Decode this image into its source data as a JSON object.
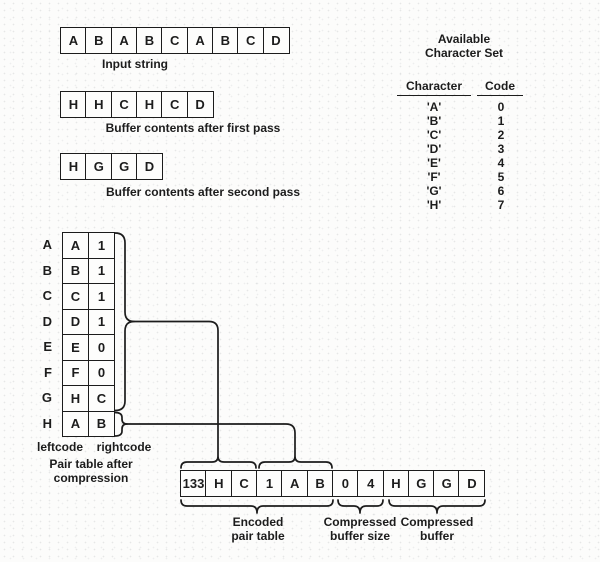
{
  "colors": {
    "ink": "#1c1c1c",
    "paper": "#fcfcfb",
    "dots": "#dcdcda"
  },
  "diagram": {
    "input_string": {
      "cells": [
        "A",
        "B",
        "A",
        "B",
        "C",
        "A",
        "B",
        "C",
        "D"
      ],
      "caption": "Input string"
    },
    "buffer_first_pass": {
      "cells": [
        "H",
        "H",
        "C",
        "H",
        "C",
        "D"
      ],
      "caption": "Buffer contents after first pass"
    },
    "buffer_second_pass": {
      "cells": [
        "H",
        "G",
        "G",
        "D"
      ],
      "caption": "Buffer contents after second pass"
    },
    "character_set": {
      "title_line1": "Available",
      "title_line2": "Character Set",
      "col_char": "Character",
      "col_code": "Code",
      "rows": [
        {
          "char": "'A'",
          "code": "0"
        },
        {
          "char": "'B'",
          "code": "1"
        },
        {
          "char": "'C'",
          "code": "2"
        },
        {
          "char": "'D'",
          "code": "3"
        },
        {
          "char": "'E'",
          "code": "4"
        },
        {
          "char": "'F'",
          "code": "5"
        },
        {
          "char": "'G'",
          "code": "6"
        },
        {
          "char": "'H'",
          "code": "7"
        }
      ]
    },
    "pair_table": {
      "rows": [
        {
          "label": "A",
          "left": "A",
          "right": "1"
        },
        {
          "label": "B",
          "left": "B",
          "right": "1"
        },
        {
          "label": "C",
          "left": "C",
          "right": "1"
        },
        {
          "label": "D",
          "left": "D",
          "right": "1"
        },
        {
          "label": "E",
          "left": "E",
          "right": "0"
        },
        {
          "label": "F",
          "left": "F",
          "right": "0"
        },
        {
          "label": "G",
          "left": "H",
          "right": "C"
        },
        {
          "label": "H",
          "left": "A",
          "right": "B"
        }
      ],
      "footer_left": "leftcode",
      "footer_right": "rightcode",
      "caption_line1": "Pair table after",
      "caption_line2": "compression"
    },
    "encoded": {
      "cells": [
        "133",
        "H",
        "C",
        "1",
        "A",
        "B",
        "0",
        "4",
        "H",
        "G",
        "G",
        "D"
      ],
      "labels": [
        {
          "line1": "Encoded",
          "line2": "pair table"
        },
        {
          "line1": "Compressed",
          "line2": "buffer size"
        },
        {
          "line1": "Compressed",
          "line2": "buffer"
        }
      ]
    }
  }
}
